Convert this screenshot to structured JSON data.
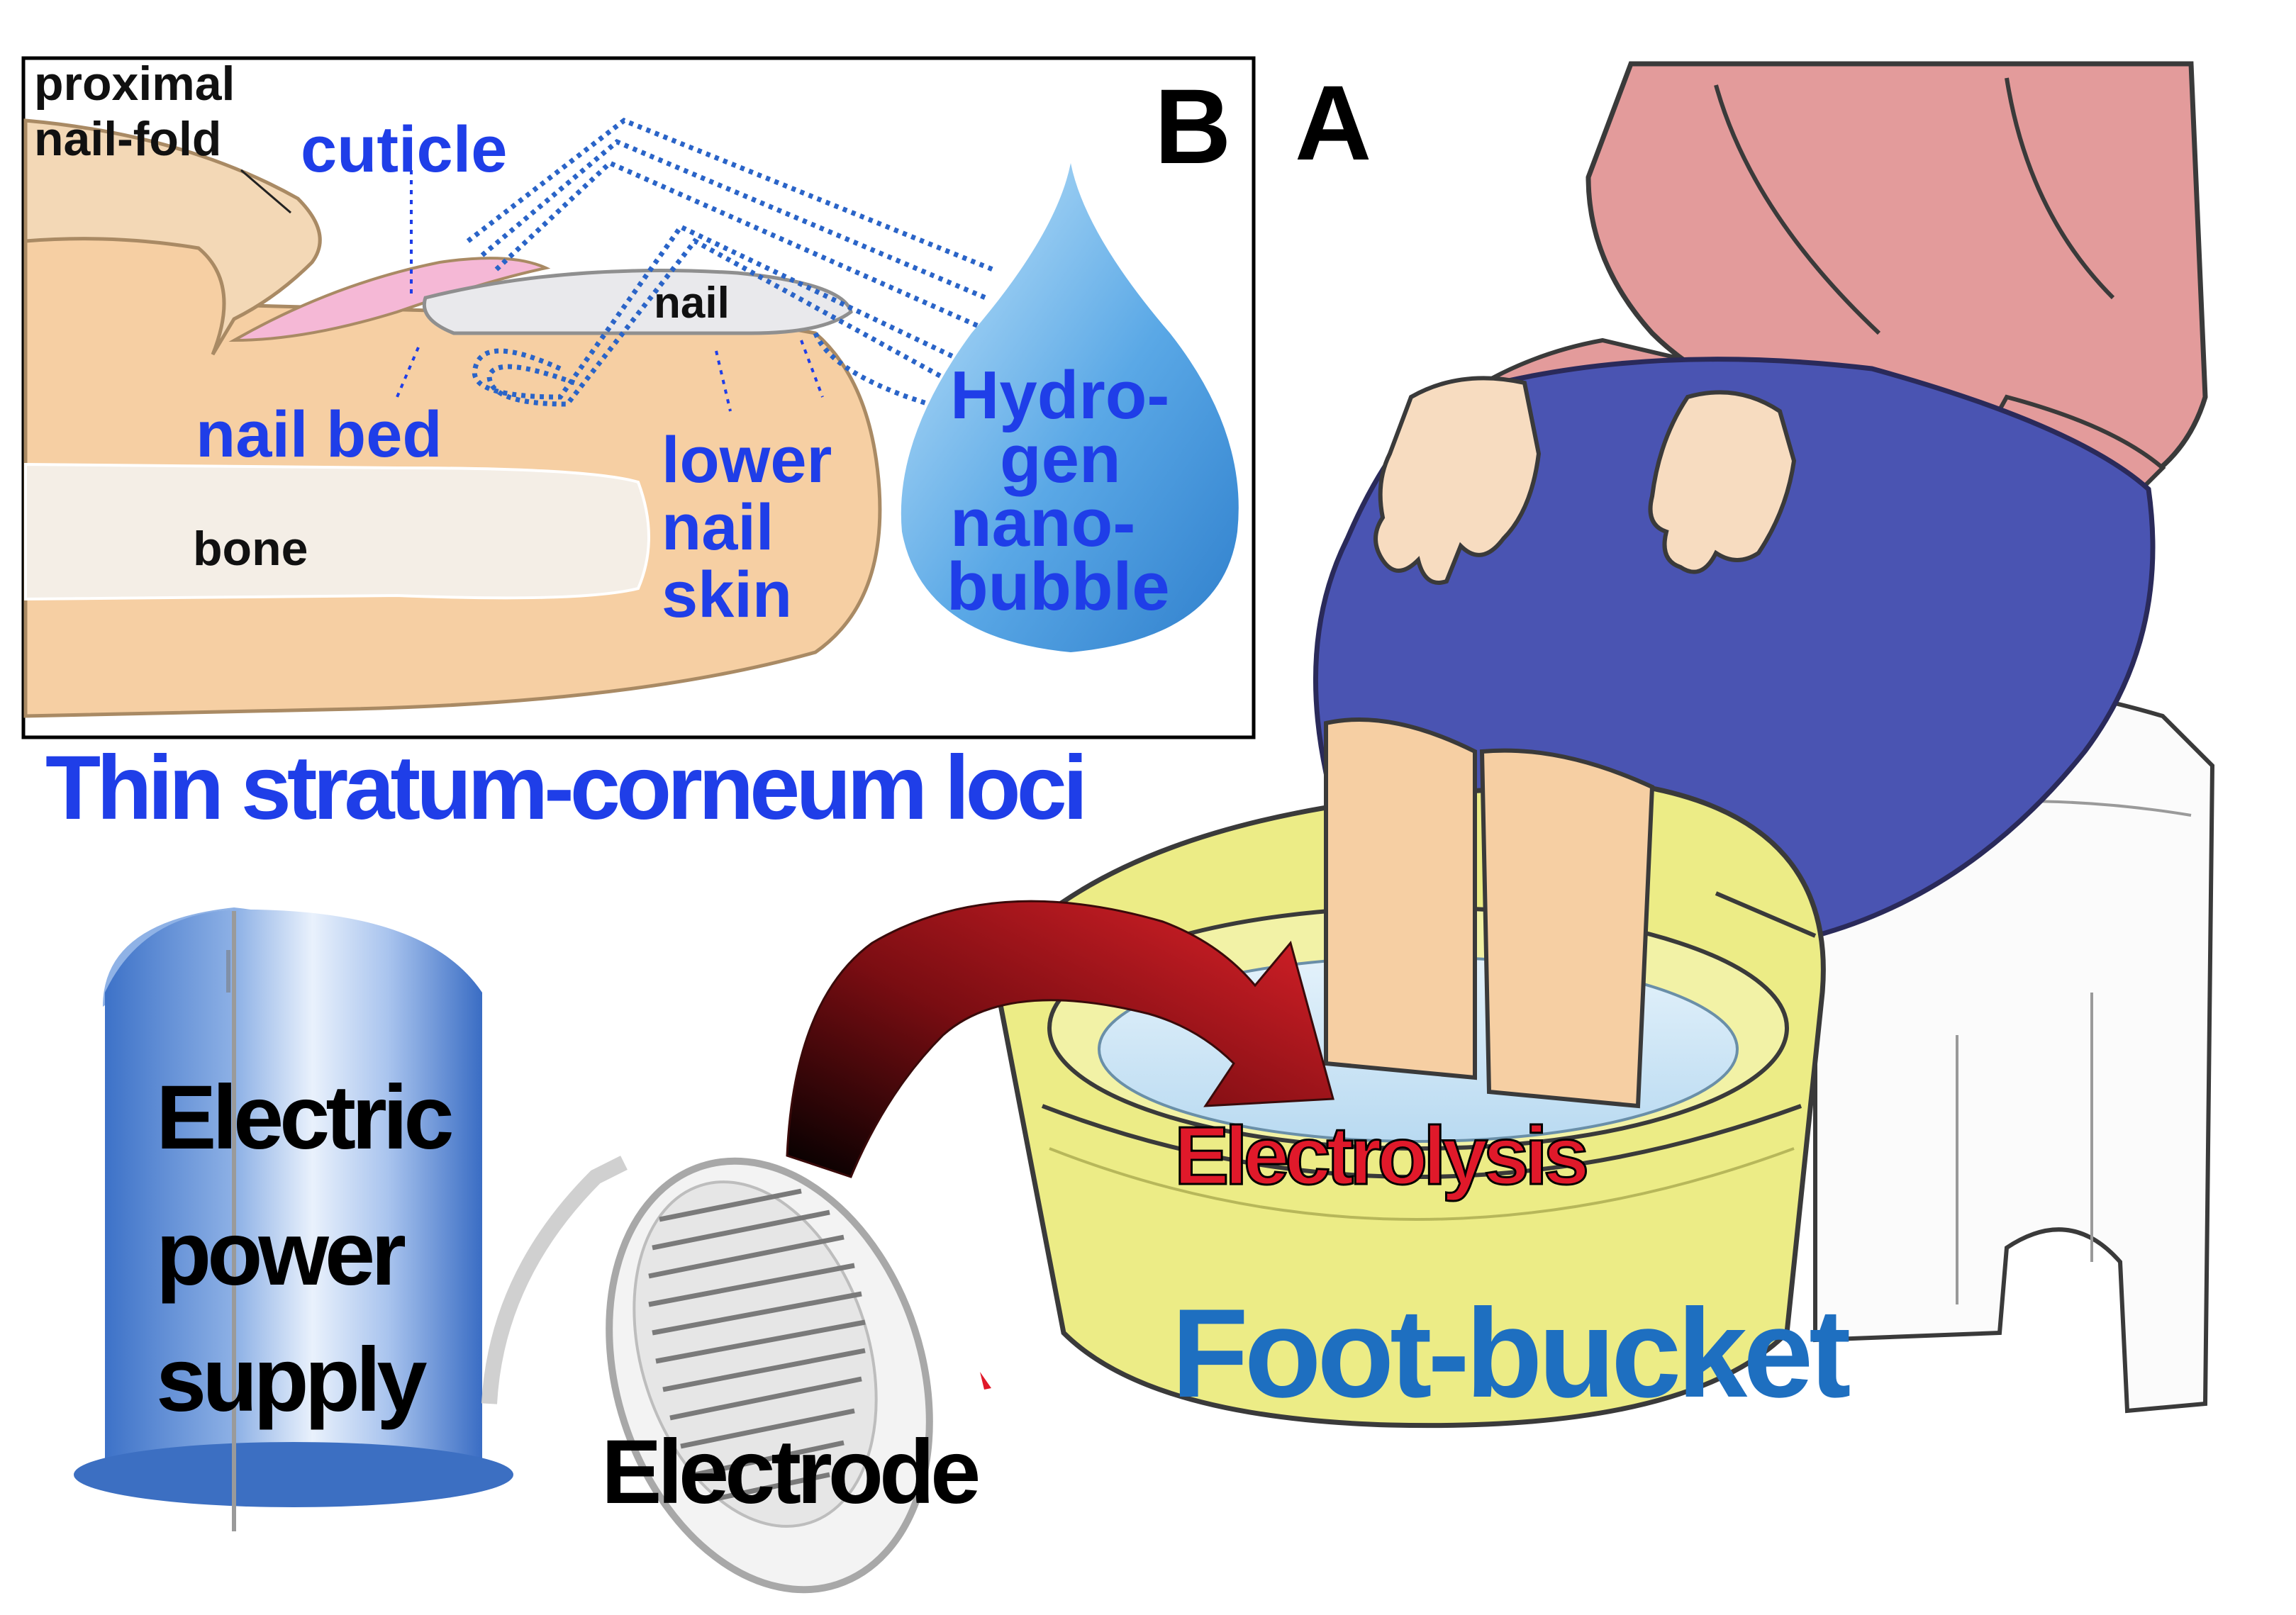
{
  "panel_labels": {
    "a": "A",
    "b": "B"
  },
  "panel_b": {
    "proximal_nail_fold": [
      "proximal",
      "nail-fold"
    ],
    "cuticle": "cuticle",
    "nail": "nail",
    "nail_bed": "nail bed",
    "bone": "bone",
    "lower_nail_skin": [
      "lower",
      "nail",
      "skin"
    ],
    "droplet_text": [
      "Hydro-",
      "gen",
      "nano-",
      "bubble"
    ]
  },
  "caption": "Thin stratum-corneum loci",
  "power_supply": [
    "Electric",
    "power",
    "supply"
  ],
  "electrode": "Electrode",
  "electrolysis": "Electrolysis",
  "foot_bucket": "Foot-bucket",
  "colors": {
    "label_blue": "#1f3ee8",
    "foot_bucket_blue": "#1e6fc0",
    "electrolysis_red": "#e0192a",
    "skin": "#f6cfa3",
    "nail": "#e9e9ec",
    "cuticle": "#f5b8d6",
    "bone": "#f4eee6",
    "shirt": "#e59c9c",
    "skirt": "#4852b0",
    "bucket": "#ecec86",
    "water": "#cfe6f6",
    "droplet": "#5aa8e6"
  }
}
